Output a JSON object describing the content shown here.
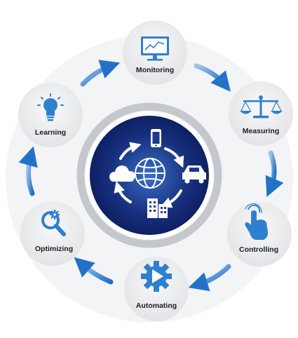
{
  "colors": {
    "blue": "#2f7fcf",
    "navy": "#0f1f66",
    "ring": "#c4c7cc",
    "node_fill": "#eeeff1",
    "text": "#1d1d1d"
  },
  "cycle": {
    "nodes": [
      {
        "label": "Monitoring",
        "icon": "monitor-chart-icon"
      },
      {
        "label": "Measuring",
        "icon": "balance-scale-icon"
      },
      {
        "label": "Controlling",
        "icon": "touch-hand-icon"
      },
      {
        "label": "Automating",
        "icon": "gear-play-icon"
      },
      {
        "label": "Optimizing",
        "icon": "magnifier-gear-icon"
      },
      {
        "label": "Learning",
        "icon": "lightbulb-icon"
      }
    ]
  },
  "center": {
    "icons": [
      "globe-icon",
      "phone-icon",
      "car-icon",
      "buildings-icon",
      "cloud-icon",
      "cycle-arrows-icon"
    ]
  }
}
